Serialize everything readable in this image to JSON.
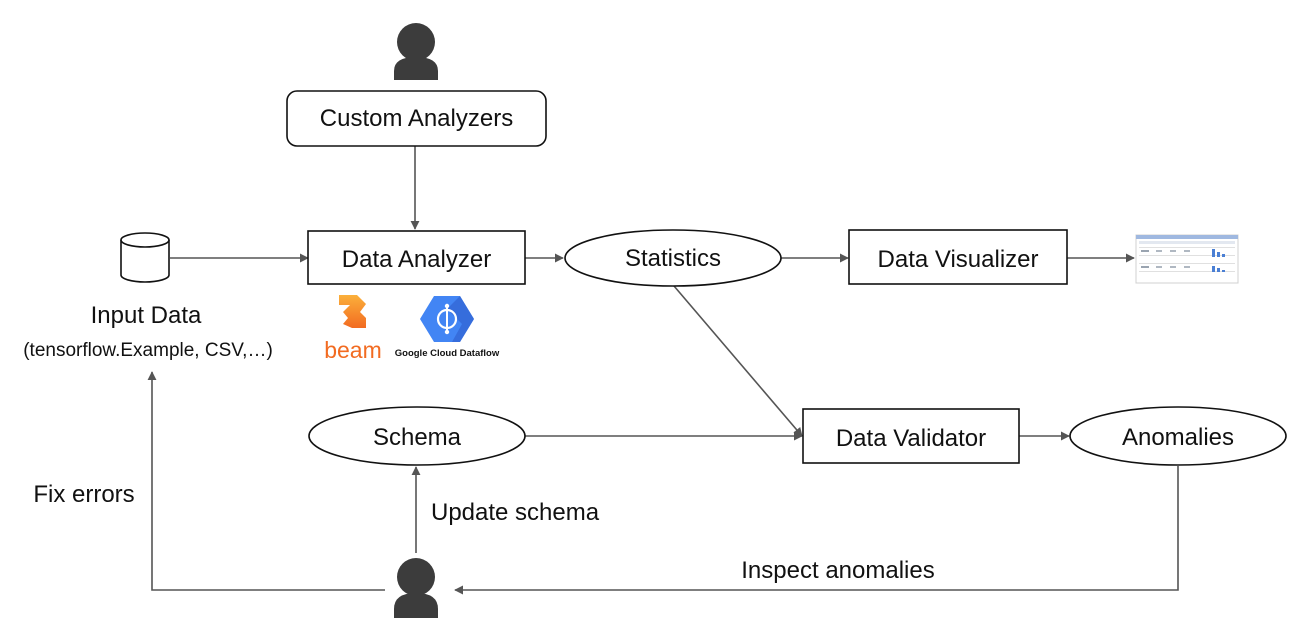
{
  "nodes": {
    "custom_analyzers": "Custom Analyzers",
    "data_analyzer": "Data Analyzer",
    "statistics": "Statistics",
    "data_visualizer": "Data Visualizer",
    "input_data": "Input Data",
    "input_data_sub": "(tensorflow.Example, CSV,…)",
    "schema": "Schema",
    "data_validator": "Data Validator",
    "anomalies": "Anomalies"
  },
  "edge_labels": {
    "fix_errors": "Fix errors",
    "update_schema": "Update schema",
    "inspect_anomalies": "Inspect anomalies"
  },
  "logos": {
    "beam": "beam",
    "dataflow": "Google Cloud Dataflow"
  },
  "icons": {
    "user": "user-icon",
    "database": "database-icon",
    "screenshot": "visualization-thumbnail-icon"
  },
  "colors": {
    "beam_orange": "#f26b21",
    "beam_yellow": "#fbb03b",
    "dataflow_blue": "#4285f4"
  }
}
